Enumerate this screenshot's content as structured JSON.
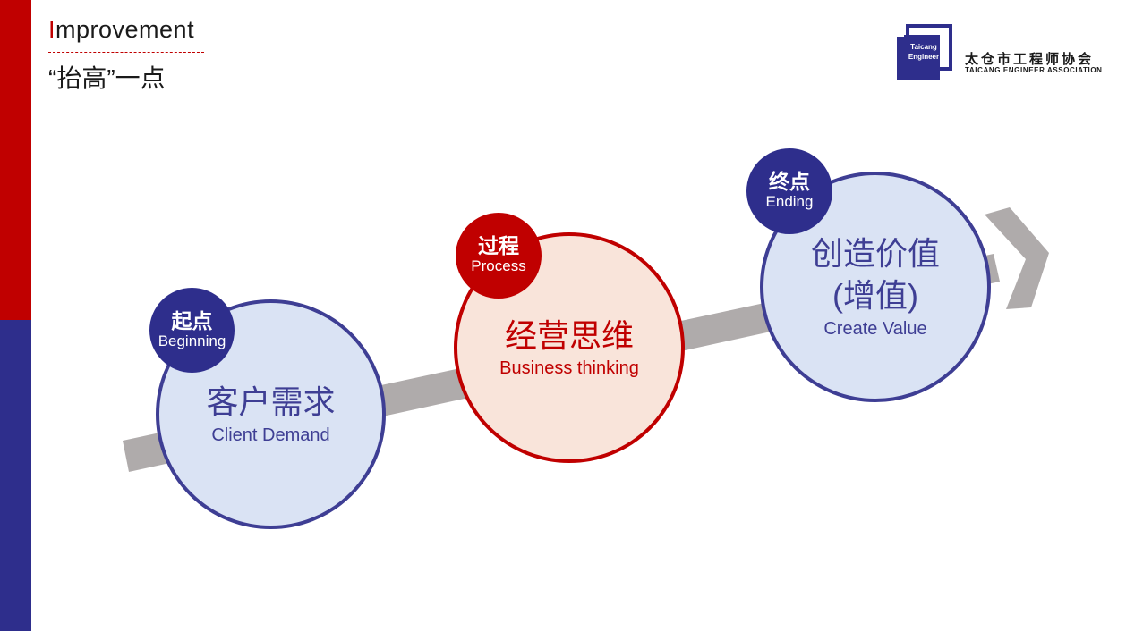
{
  "header": {
    "title_first_letter": "I",
    "title_rest": "mprovement",
    "subtitle": "“抬高”一点"
  },
  "logo": {
    "mark_line1": "Taicang",
    "mark_line2": "Engineer",
    "org_name_cn": "太仓市工程师协会",
    "org_name_en": "TAICANG ENGINEER ASSOCIATION"
  },
  "colors": {
    "accent_red": "#c00000",
    "accent_blue": "#2e2e8c",
    "arrow_gray": "#afabab"
  },
  "steps": [
    {
      "badge_cn": "起点",
      "badge_en": "Beginning",
      "title_cn": "客户需求",
      "title_en": "Client Demand"
    },
    {
      "badge_cn": "过程",
      "badge_en": "Process",
      "title_cn": "经营思维",
      "title_en": "Business thinking"
    },
    {
      "badge_cn": "终点",
      "badge_en": "Ending",
      "title_cn_line1": "创造价值",
      "title_cn_line2": "(增值)",
      "title_en": "Create Value"
    }
  ]
}
